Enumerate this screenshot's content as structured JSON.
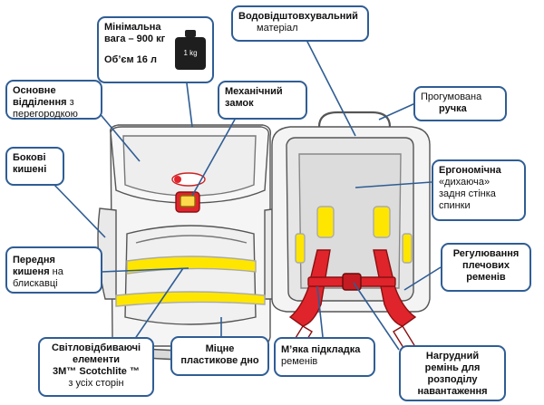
{
  "callouts": {
    "weight": {
      "line1": "Мінімальна",
      "line2": "вага – 900 кг",
      "volume": "Об’єм 16 л",
      "icon_label": "1 kg",
      "icon": "weight-icon"
    },
    "waterproof": {
      "bold": "Водовідштовхувальний",
      "regular": "матеріал"
    },
    "main_compartment": {
      "bold1": "Основне",
      "bold2": "відділення",
      "regular1": " з",
      "regular2": "перегородкою"
    },
    "lock": {
      "line1": "Механічний",
      "line2": "замок"
    },
    "handle": {
      "regular": "Прогумована",
      "bold": "ручка"
    },
    "side_pockets": {
      "line1": "Бокові",
      "line2": "кишені"
    },
    "ergonomic": {
      "bold": "Ергономічна",
      "regular1": "«дихаюча»",
      "regular2": "задня стінка",
      "regular3": "спинки"
    },
    "front_pocket": {
      "bold1": "Передня",
      "bold2": "кишеня",
      "regular1": " на",
      "regular2": "блискавці"
    },
    "strap_adjust": {
      "line1": "Регулювання",
      "line2": "плечових",
      "line3": "ременів"
    },
    "reflective": {
      "line1": "Світловідбиваючі",
      "line2": "елементи",
      "line3": "3M™ Scotchlite ™",
      "line4": "з усіх сторін"
    },
    "bottom": {
      "line1": "Міцне",
      "line2": "пластикове дно"
    },
    "padding": {
      "bold": "М’яка підкладка",
      "regular": "ременів"
    },
    "chest_strap": {
      "line1": "Нагрудний",
      "line2": "ремінь для",
      "line3": "розподілу",
      "line4": "навантаження"
    }
  },
  "colors": {
    "border": "#2f5d94",
    "leader": "#2f5d94",
    "yellow": "#ffe600",
    "red": "#e0242c",
    "text": "#111111"
  }
}
